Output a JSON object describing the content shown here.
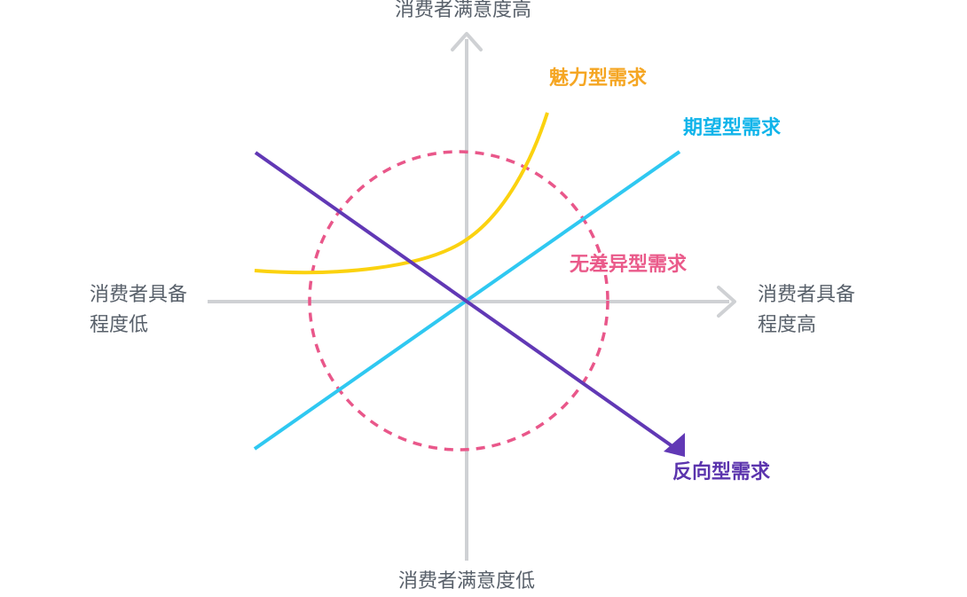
{
  "axes": {
    "top": "消费者满意度高",
    "bottom": "消费者满意度低",
    "left": [
      "消费者具备",
      "程度低"
    ],
    "right": [
      "消费者具备",
      "程度高"
    ]
  },
  "curves": {
    "attractive": {
      "label": "魅力型需求",
      "color": "#f5a623",
      "line_color": "#fbd20f"
    },
    "performance": {
      "label": "期望型需求",
      "color": "#10b4ea",
      "line_color": "#2fc8f1"
    },
    "indifferent": {
      "label": "无差异型需求",
      "color": "#ea5a8a",
      "line_color": "#e9578a"
    },
    "reverse": {
      "label": "反向型需求",
      "color": "#5b34ad",
      "line_color": "#6138b5"
    }
  },
  "colors": {
    "axis": "#cfd1d4",
    "axis_text": "#58606a"
  }
}
